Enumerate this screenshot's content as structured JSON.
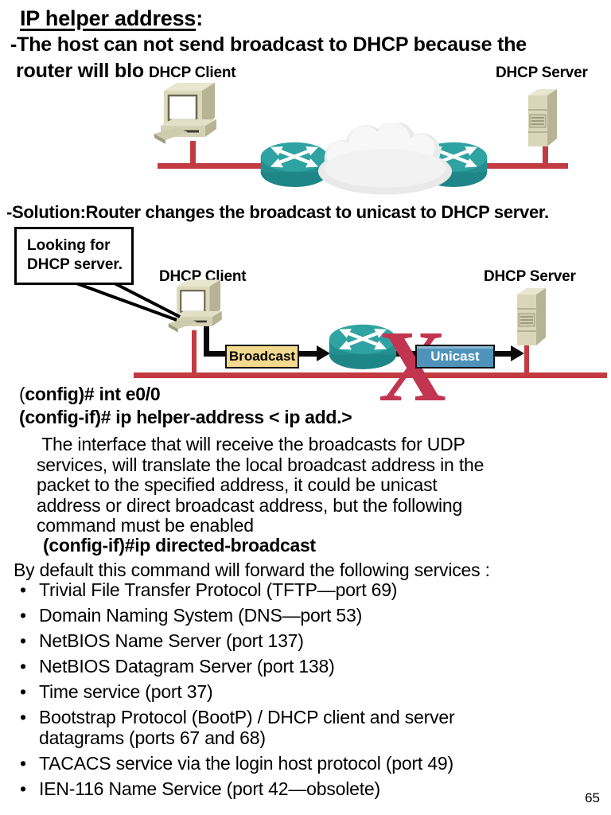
{
  "header": {
    "title": "IP helper address",
    "title_colon": ":",
    "line2": "-The host can not send broadcast to DHCP because the",
    "line3": "router will blo"
  },
  "diagram1": {
    "client_label": "DHCP Client",
    "server_label": "DHCP Server"
  },
  "solution_line": "-Solution:Router changes the broadcast to unicast to DHCP server.",
  "diagram2": {
    "callout_line1": "Looking for",
    "callout_line2": "DHCP server.",
    "client_label": "DHCP Client",
    "server_label": "DHCP Server",
    "broadcast_label": "Broadcast",
    "unicast_label": "Unicast",
    "x_mark": "X"
  },
  "commands": {
    "cmd1_open_paren": "(",
    "cmd1_rest": "config)# int e0/0",
    "cmd2": "(config-if)# ip helper-address < ip add.>",
    "cmd3": "(config-if)#ip directed-broadcast"
  },
  "paragraph": {
    "lines": [
      " The interface that will receive the broadcasts for UDP",
      "services, will translate the local broadcast address in the",
      "packet to the specified address, it could be unicast",
      "address or direct broadcast address, but the following",
      "command must be enabled"
    ]
  },
  "by_default_line": "By default this command will forward the following services :",
  "bullets": [
    "Trivial File Transfer Protocol (TFTP—port 69)",
    "Domain Naming System (DNS—port 53)",
    "NetBIOS Name Server (port 137)",
    "NetBIOS Datagram Server (port 138)",
    "Time service (port 37)",
    "Bootstrap Protocol (BootP) / DHCP client and server datagrams (ports 67 and 68)",
    "TACACS service via the login host protocol (port 49)",
    "IEN-116 Name Service (port 42—obsolete)"
  ],
  "page_number": "65",
  "colors": {
    "bus_red": "#c23b40",
    "x_red": "#c23550",
    "router_teal": "#2fa2a2",
    "broadcast_fill": "#f3d98e",
    "unicast_fill": "#4f93bb",
    "device_beige": "#dcd9bd"
  }
}
